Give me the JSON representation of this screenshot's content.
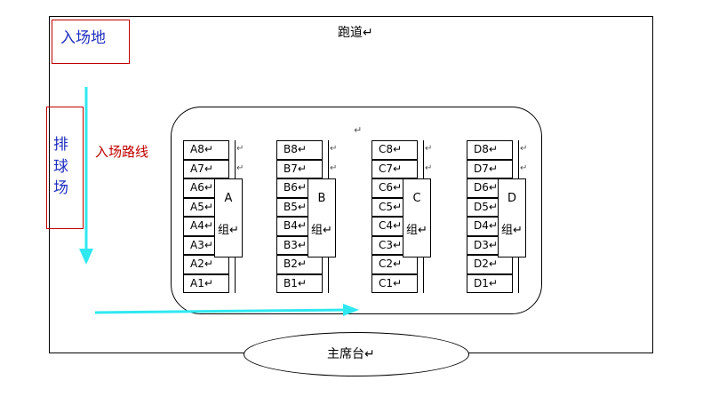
{
  "labels": {
    "entry_area": "入场地",
    "track": "跑道↵",
    "warmup_chars": [
      "排",
      "球",
      "场"
    ],
    "entry_route": "入场路线",
    "main_stand": "主席台↵",
    "return_mark": "↵"
  },
  "courts": [
    {
      "group": "A",
      "rows": [
        "A8↵",
        "A7↵",
        "A6↵",
        "A5↵",
        "A4↵",
        "A3↵",
        "A2↵",
        "A1↵"
      ],
      "group_letter": "A",
      "group_word": "组↵"
    },
    {
      "group": "B",
      "rows": [
        "B8↵",
        "B7↵",
        "B6↵",
        "B5↵",
        "B4↵",
        "B3↵",
        "B2↵",
        "B1↵"
      ],
      "group_letter": "B",
      "group_word": "组↵"
    },
    {
      "group": "C",
      "rows": [
        "C8↵",
        "C7↵",
        "C6↵",
        "C5↵",
        "C4↵",
        "C3↵",
        "C2↵",
        "C1↵"
      ],
      "group_letter": "C",
      "group_word": "组↵"
    },
    {
      "group": "D",
      "rows": [
        "D8↵",
        "D7↵",
        "D6↵",
        "D5↵",
        "D4↵",
        "D3↵",
        "D2↵",
        "D1↵"
      ],
      "group_letter": "D",
      "group_word": "组↵"
    }
  ],
  "colors": {
    "route_arrow": "#2fe8f0",
    "entry_text": "#1f2fbf",
    "route_text": "#c00000",
    "box_border": "#c00000"
  }
}
